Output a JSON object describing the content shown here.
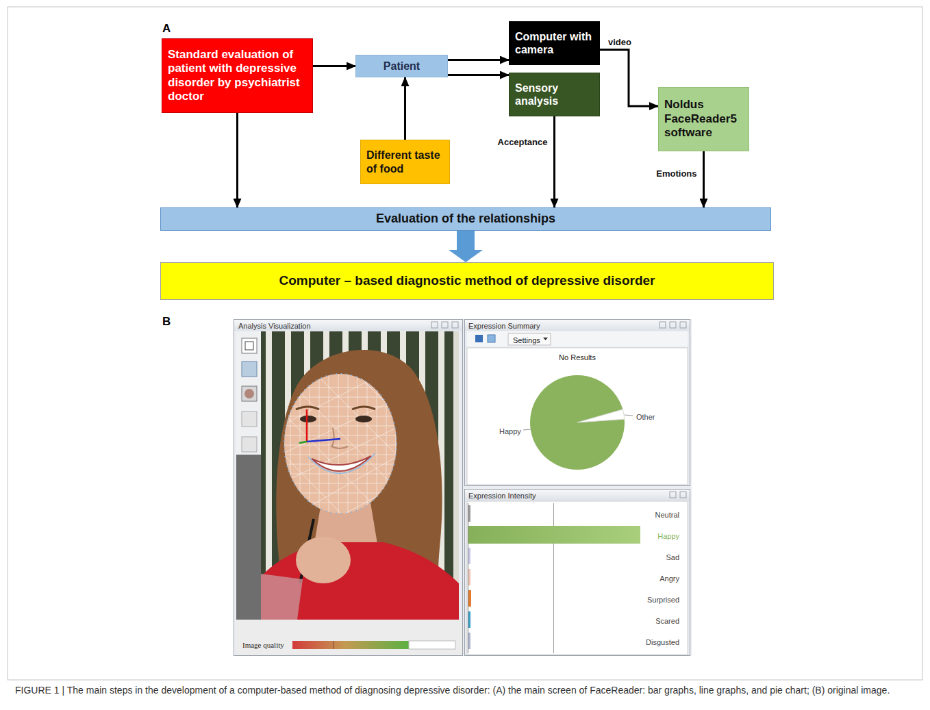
{
  "diagram": {
    "caption": "FIGURE 1 | The main steps in the development of a computer-based method of diagnosing depressive disorder: (A) the main screen of FaceReader: bar graphs, line graphs, and pie chart; (B) original image.",
    "nodes": [
      {
        "text": [
          "Standard evaluation of patient with depressive disorder by psychiatrist doctor"
        ]
      },
      {
        "text": [
          "Patient"
        ]
      },
      {
        "text": [
          "Computer with camera"
        ]
      },
      {
        "text": [
          "Sensory analysis"
        ]
      },
      {
        "text": [
          "Noldus FaceReader5 software"
        ]
      },
      {
        "text": [
          "Different taste of food"
        ]
      },
      {
        "text": [
          "Evaluation of the relationships"
        ]
      },
      {
        "text": [
          "Computer – based diagnostic method of depressive disorder"
        ]
      },
      {
        "text": [
          "Analysis Visualization",
          "Image quality"
        ]
      },
      {
        "text": [
          "Expression Summary",
          "Settings",
          "No Results",
          "Happy",
          "Other"
        ]
      },
      {
        "text": [
          "Expression Intensity",
          "Neutral",
          "Happy",
          "Sad",
          "Angry",
          "Surprised",
          "Scared",
          "Disgusted"
        ]
      }
    ],
    "edges": [
      {
        "from": 0,
        "to": 1,
        "arrow": "to"
      },
      {
        "from": 5,
        "to": 1,
        "arrow": "to"
      },
      {
        "from": 1,
        "to": 2,
        "arrow": "to"
      },
      {
        "from": 1,
        "to": 3,
        "arrow": "to"
      },
      {
        "from": 2,
        "to": 4,
        "label": "video",
        "arrow": "to"
      },
      {
        "from": 3,
        "to": 6,
        "label": "Acceptance",
        "arrow": "to"
      },
      {
        "from": 4,
        "to": 6,
        "label": "Emotions",
        "arrow": "to"
      },
      {
        "from": 0,
        "to": 6,
        "arrow": "to"
      },
      {
        "from": 6,
        "to": 7,
        "arrow": "to"
      }
    ],
    "labels": [
      "A",
      "B"
    ]
  }
}
